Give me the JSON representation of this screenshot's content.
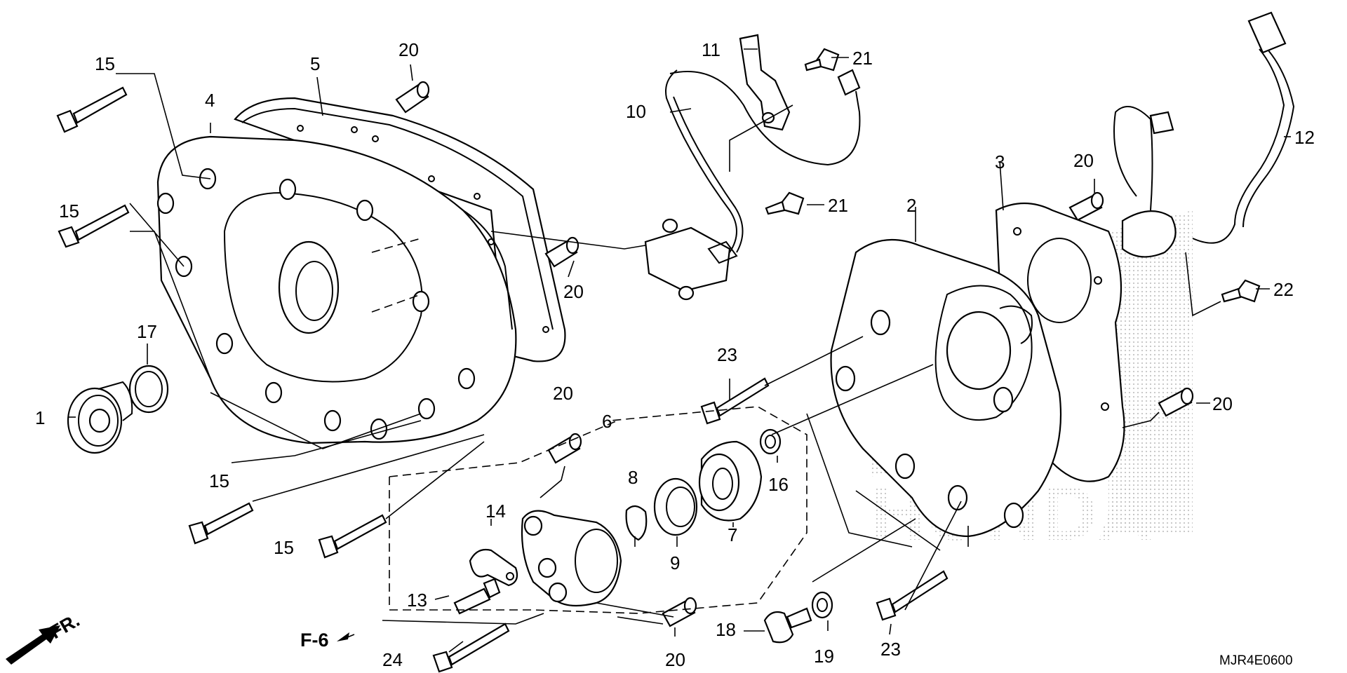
{
  "labels": {
    "p1": "1",
    "p2": "2",
    "p3": "3",
    "p4": "4",
    "p5": "5",
    "p6": "6",
    "p7": "7",
    "p8": "8",
    "p9": "9",
    "p10": "10",
    "p11": "11",
    "p12": "12",
    "p13": "13",
    "p14": "14",
    "p15a": "15",
    "p15b": "15",
    "p15c": "15",
    "p15d": "15",
    "p16": "16",
    "p17": "17",
    "p18": "18",
    "p19": "19",
    "p20a": "20",
    "p20b": "20",
    "p20c": "20",
    "p20d": "20",
    "p20e": "20",
    "p20f": "20",
    "p21a": "21",
    "p21b": "21",
    "p22": "22",
    "p23a": "23",
    "p23b": "23",
    "p24": "24"
  },
  "ref": "F-6",
  "direction": "FR.",
  "diagram_code": "MJR4E0600",
  "watermark": "HONDA"
}
